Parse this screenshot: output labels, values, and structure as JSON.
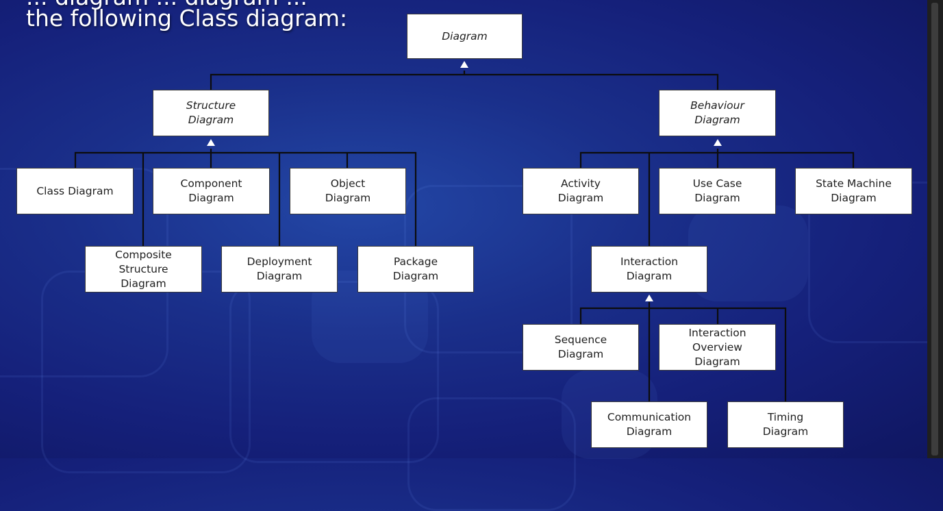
{
  "slide": {
    "title_partial": "... diagram ... diagram ...",
    "title_line2": "the following Class diagram:"
  },
  "diagram": {
    "root": "Diagram",
    "structure": "Structure\nDiagram",
    "behaviour": "Behaviour\nDiagram",
    "class": "Class Diagram",
    "component": "Component\nDiagram",
    "object": "Object\nDiagram",
    "composite_structure": "Composite\nStructure\nDiagram",
    "deployment": "Deployment\nDiagram",
    "package": "Package\nDiagram",
    "activity": "Activity\nDiagram",
    "use_case": "Use Case\nDiagram",
    "state_machine": "State Machine\nDiagram",
    "interaction": "Interaction\nDiagram",
    "sequence": "Sequence\nDiagram",
    "interaction_overview": "Interaction\nOverview\nDiagram",
    "communication": "Communication\nDiagram",
    "timing": "Timing\nDiagram"
  }
}
